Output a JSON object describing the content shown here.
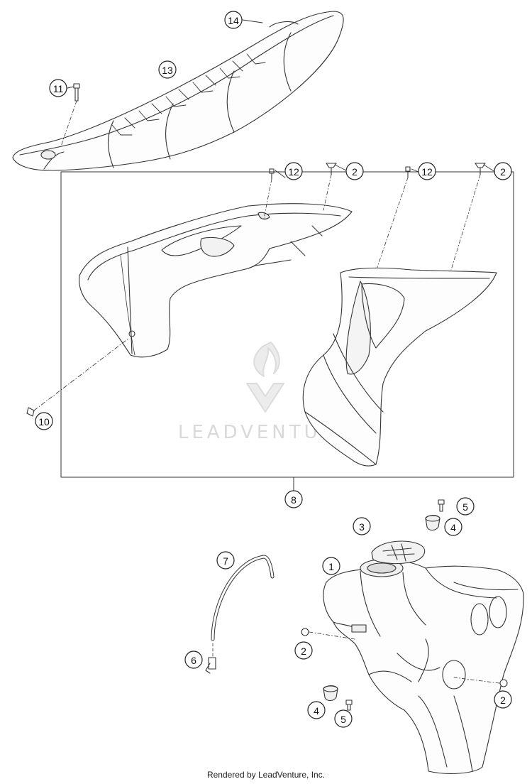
{
  "callouts": {
    "c14": "14",
    "c13": "13",
    "c11": "11",
    "c12a": "12",
    "c2a": "2",
    "c12b": "12",
    "c2b": "2",
    "c10": "10",
    "c8": "8",
    "c5a": "5",
    "c4a": "4",
    "c3": "3",
    "c7": "7",
    "c1": "1",
    "c2c": "2",
    "c6": "6",
    "c2d": "2",
    "c4b": "4",
    "c5b": "5"
  },
  "watermark": {
    "brand": "LEADVENTURE"
  },
  "footer": {
    "text": "Rendered by LeadVenture, Inc."
  },
  "colors": {
    "line": "#333333",
    "watermark": "#d9d9d9",
    "background": "#ffffff"
  }
}
